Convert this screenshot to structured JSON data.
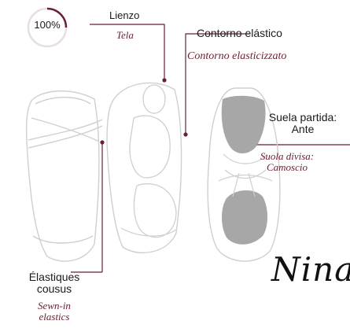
{
  "badge": {
    "text": "100%"
  },
  "labels": {
    "lienzo": {
      "es": "Lienzo",
      "it": "Tela"
    },
    "contorno": {
      "es": "Contorno elástico",
      "it": "Contorno elasticizzato"
    },
    "suela": {
      "es_line1": "Suela partida:",
      "es_line2": "Ante",
      "it_line1": "Suola divisa:",
      "it_line2": "Camoscio"
    },
    "elastiques": {
      "fr_line1": "Élastiques",
      "fr_line2": "cousus",
      "en_line1": "Sewn-in",
      "en_line2": "elastics"
    }
  },
  "signature": {
    "text": "Nina"
  },
  "colors": {
    "accent": "#6b1f2e",
    "leader": "#6b1f2e",
    "sketch": "#c9c9c9",
    "sole": "#a7a7a7"
  }
}
